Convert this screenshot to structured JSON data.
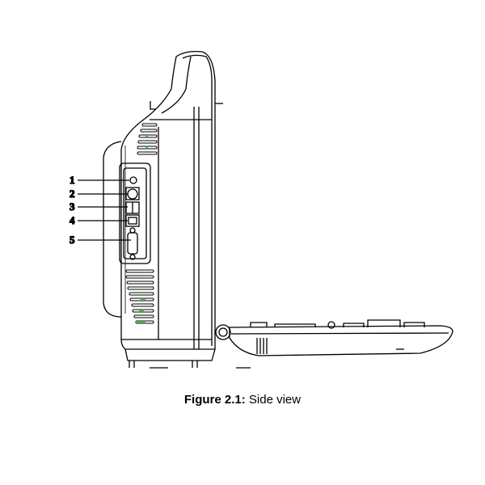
{
  "figure": {
    "callouts": [
      "1",
      "2",
      "3",
      "4",
      "5"
    ],
    "caption_label": "Figure 2.1:",
    "caption_text": " Side view"
  },
  "colors": {
    "line": "#000000",
    "vent_accent": "#2fbf2f"
  }
}
